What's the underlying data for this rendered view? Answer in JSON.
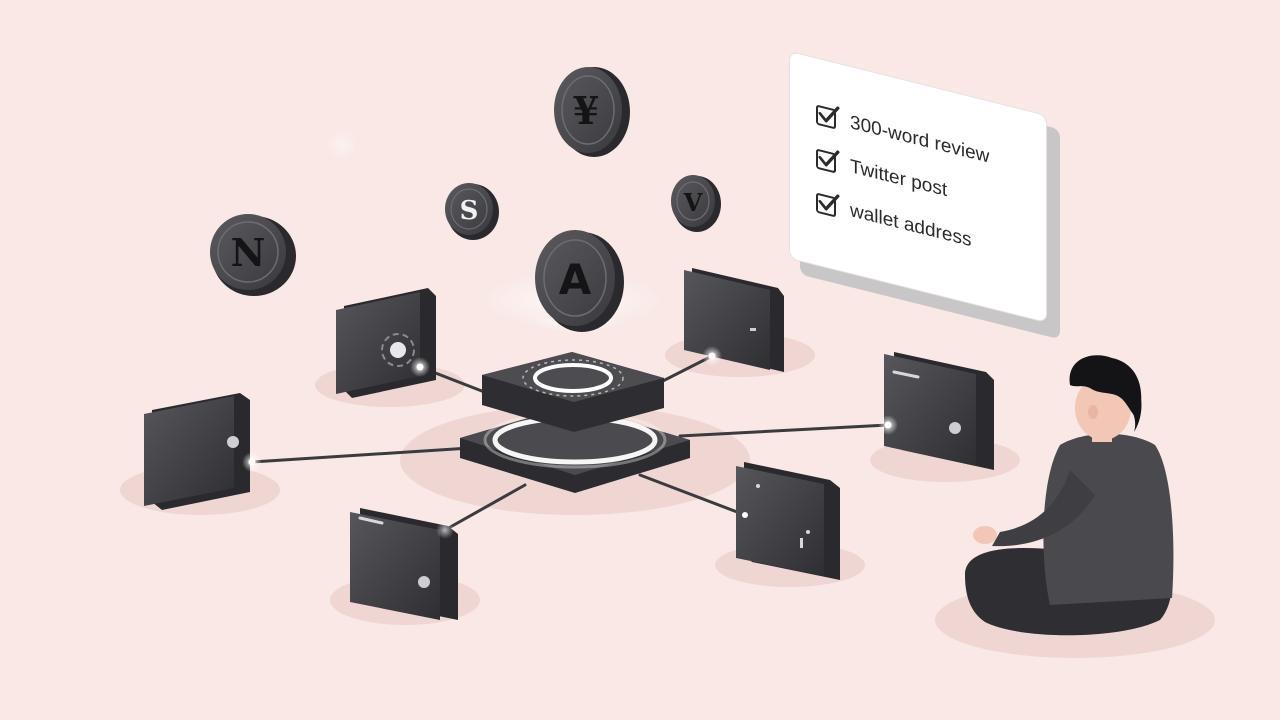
{
  "coins": [
    {
      "id": "n",
      "glyph": "N"
    },
    {
      "id": "yen",
      "glyph": "¥"
    },
    {
      "id": "s",
      "glyph": "S"
    },
    {
      "id": "a",
      "glyph": "A"
    },
    {
      "id": "v",
      "glyph": "V"
    }
  ],
  "checklist": {
    "items": [
      {
        "label": "300-word review",
        "checked": true
      },
      {
        "label": "Twitter post",
        "checked": true
      },
      {
        "label": "wallet address",
        "checked": true
      }
    ]
  },
  "colors": {
    "background": "#f9e8e5",
    "device_dark": "#3a3a3e",
    "glow": "#ffffff",
    "person_shirt": "#4a4a4e",
    "person_hair": "#141416",
    "skin": "#f2c7b5"
  }
}
